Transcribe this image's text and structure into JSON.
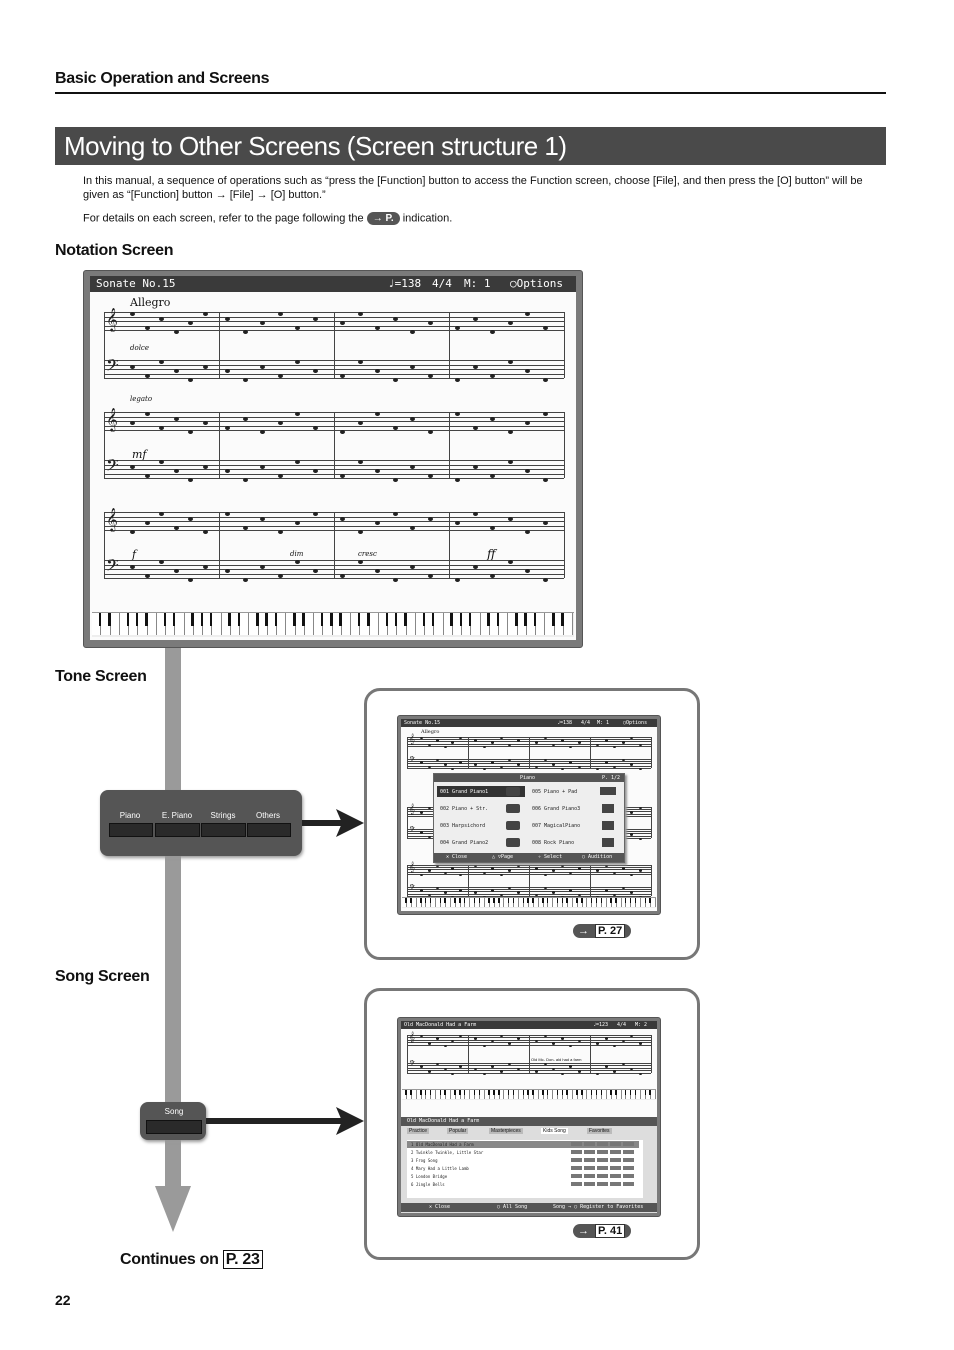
{
  "section_header": "Basic Operation and Screens",
  "page_title": "Moving to Other Screens (Screen structure 1)",
  "intro_text": "In this manual, a sequence of operations such as “press the [Function] button to access the Function screen, choose [File], and then press the [O] button” will be given as “[Function] button → [File] → [O] button.”",
  "details_prefix": "For details on each screen, refer to the page following the",
  "details_ref": "→ P.",
  "details_suffix": "indication.",
  "notation": {
    "heading": "Notation Screen",
    "lcd_song": "Sonate No.15",
    "lcd_tempo": "♩=138",
    "lcd_meter": "4/4",
    "lcd_measure": "M:  1",
    "lcd_options": "○Options",
    "tempo_mark": "Allegro",
    "dyn_dolce": "dolce",
    "dyn_legato": "legato",
    "dyn_mf": "mf",
    "dyn_f": "f",
    "dyn_dim": "dim",
    "dyn_cresc": "cresc",
    "dyn_ff": "ff"
  },
  "tone": {
    "heading": "Tone Screen",
    "buttons": [
      "Piano",
      "E. Piano",
      "Strings",
      "Others"
    ],
    "popup_title": "Piano",
    "popup_page": "P. 1/2",
    "popup_items": [
      "001  Grand Piano1",
      "002  Piano + Str.",
      "003  Harpsichord",
      "004  Grand Piano2",
      "005  Piano + Pad",
      "006  Grand Piano3",
      "007  MagicalPiano",
      "008  Rock Piano"
    ],
    "popup_footer": [
      "✕ Close",
      "△ ▽Page",
      "✧ Select",
      "○ Audition"
    ],
    "page_ref": "P. 27"
  },
  "song": {
    "heading": "Song Screen",
    "button": "Song",
    "lcd_song": "Old MacDonald Had a Farm",
    "lcd_tempo": "♩=123",
    "lcd_meter": "4/4",
    "lcd_measure": "M:  2",
    "lyrics": "Old  Mc-  Don-  ald  had  a  farm",
    "list_title": "Old MacDonald Had a Farm",
    "tabs": [
      "Practice",
      "Popular",
      "Masterpieces",
      "Kids Song",
      "Favorites"
    ],
    "songs": [
      "1  Old MacDonald Had a Farm",
      "2  Twinkle Twinkle, Little Star",
      "3  Frog Song",
      "4  Mary Had a Little Lamb",
      "5  London Bridge",
      "6  Jingle Bells"
    ],
    "footer": [
      "✕ Close",
      "○ All Song",
      "Song → ○ Register to Favorites"
    ],
    "page_ref": "P. 41"
  },
  "continues_text": "Continues on",
  "continues_ref": "P. 23",
  "page_number": "22",
  "colors": {
    "title_bar": "#4a4a4a",
    "flow_bar": "#9a9a9a",
    "callout_border": "#777777"
  }
}
